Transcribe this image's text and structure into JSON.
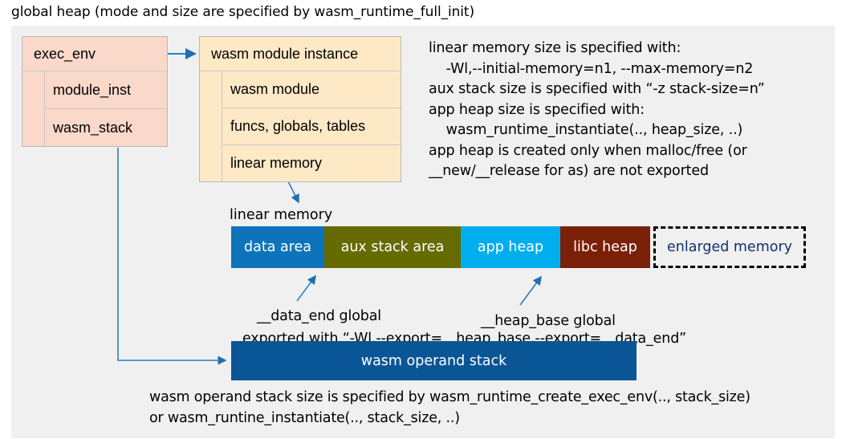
{
  "title": "global heap (mode and size are specified by wasm_runtime_full_init)",
  "exec_env": {
    "title": "exec_env",
    "rows": [
      {
        "label": "module_inst"
      },
      {
        "label": "wasm_stack"
      }
    ]
  },
  "wasm_module_instance": {
    "title": "wasm module instance",
    "rows": [
      {
        "label": "wasm module"
      },
      {
        "label": "funcs, globals, tables"
      },
      {
        "label": "linear memory"
      }
    ]
  },
  "notes": {
    "right_block": "linear memory size is specified with:\n    -Wl,--initial-memory=n1, --max-memory=n2\naux stack size is specified with “-z stack-size=n”\napp heap size is specified with:\n    wasm_runtime_instantiate(.., heap_size, ..)\napp heap is created only when malloc/free (or\n__new/__release for as) are not exported",
    "bottom_block": "wasm operand stack size is specified by wasm_runtime_create_exec_env(.., stack_size)\nor wasm_runtine_instantiate(.., stack_size, ..)"
  },
  "linear_memory": {
    "label": "linear memory",
    "segments": [
      {
        "label": "data area",
        "color": "#0d74bc",
        "width": 116
      },
      {
        "label": "aux stack area",
        "color": "#666b00",
        "width": 170
      },
      {
        "label": "app heap",
        "color": "#00aeef",
        "width": 124
      },
      {
        "label": "libc heap",
        "color": "#7b2008",
        "width": 112
      },
      {
        "label": "enlarged memory",
        "color": "#f0f0f0",
        "width": 190,
        "dashed": true
      }
    ]
  },
  "annotations": {
    "data_end": "__data_end global",
    "heap_base": "__heap_base global",
    "exported": "exported with “-Wl,--export=__heap_base,--export=__data_end”"
  },
  "operand_stack": {
    "label": "wasm operand stack",
    "color": "#0a5596"
  },
  "colors": {
    "canvas_background": "#f0f0f0",
    "exec_env_fill": "#fad8ca",
    "module_instance_fill": "#fde9c6",
    "connector": "#2e7ebb"
  }
}
